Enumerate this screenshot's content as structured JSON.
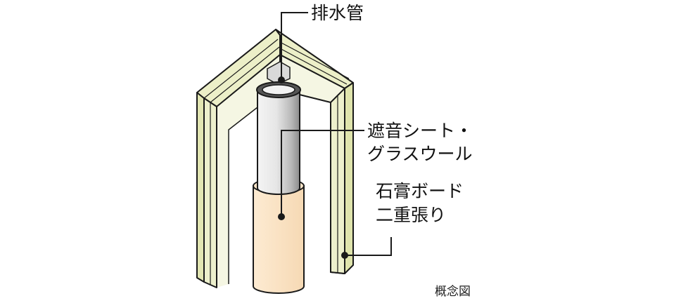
{
  "labels": {
    "drain_pipe": "排水管",
    "sound_sheet_line1": "遮音シート・",
    "sound_sheet_line2": "グラスウール",
    "gypsum_line1": "石膏ボード",
    "gypsum_line2": "二重張り"
  },
  "caption": "概念図",
  "colors": {
    "board": "#ecefc8",
    "board_core": "#e3e7b6",
    "board_side": "#d6dca2",
    "pipe_light": "#f2f2f2",
    "pipe_dark": "#8f8f8f",
    "pipe_rim": "#4a4a4a",
    "insulation": "#fbe3c4",
    "outline": "#1a1a1a"
  }
}
